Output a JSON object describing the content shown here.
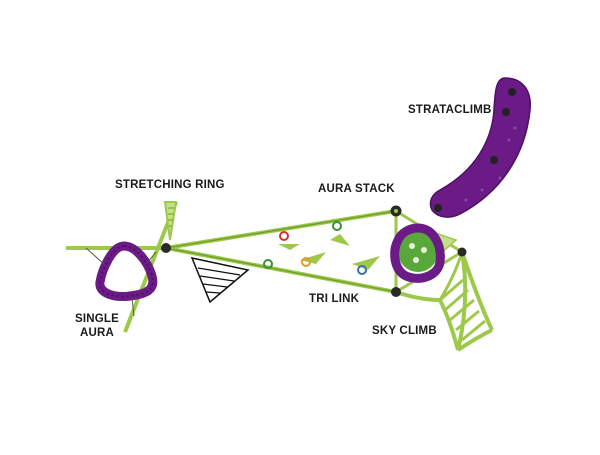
{
  "labels": {
    "strataclimb": "STRATACLIMB",
    "aura_stack": "AURA STACK",
    "stretching_ring": "STRETCHING RING",
    "single_aura_line1": "SINGLE",
    "single_aura_line2": "AURA",
    "tri_link": "TRI LINK",
    "sky_climb": "SKY CLIMB"
  },
  "colors": {
    "frame_green": "#9dc94a",
    "frame_dark_green": "#6e9a2c",
    "purple": "#6a1b86",
    "purple_dark": "#4e1066",
    "joint": "#2a2a2a",
    "net_black": "#111111",
    "hold_red": "#d0352b",
    "hold_orange": "#e59a2a",
    "hold_green": "#3a8f3a",
    "hold_blue": "#3a6fb0"
  },
  "icons": [
    "strataclimb-wall-icon",
    "aura-ring-icon",
    "stretching-ring-flag-icon",
    "net-icon",
    "ladder-icon",
    "climbing-hold-icon"
  ]
}
